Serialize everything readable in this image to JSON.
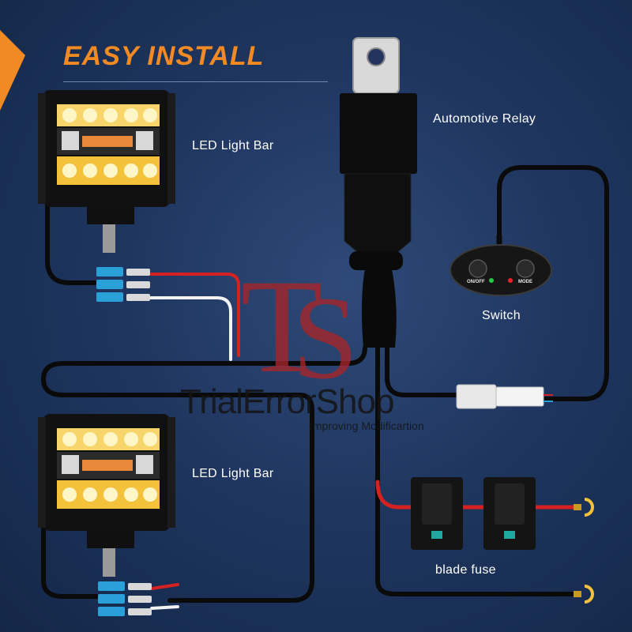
{
  "header": {
    "title": "EASY INSTALL"
  },
  "labels": {
    "relay": "Automotive Relay",
    "light_bar_top": "LED Light Bar",
    "light_bar_bottom": "LED Light Bar",
    "switch": "Switch",
    "fuse": "blade fuse"
  },
  "switch_buttons": {
    "left": "ON/OFF",
    "right": "MODE"
  },
  "watermark": {
    "monogram": "TS",
    "name": "TrialErrorShop",
    "tagline": "Improving Modificartion"
  },
  "colors": {
    "background": "#1f3660",
    "accent": "#f28a24",
    "wire_red": "#d42222",
    "wire_white": "#f2f2f2",
    "wire_black": "#0a0a0a",
    "connector_blue": "#2aa0d8",
    "led_yellow": "#f3c23a",
    "watermark_red": "#a3262a"
  },
  "icons": [
    "light-bar-icon",
    "relay-icon",
    "switch-icon",
    "blade-fuse-icon",
    "ring-terminal-icon",
    "connector-icon"
  ]
}
